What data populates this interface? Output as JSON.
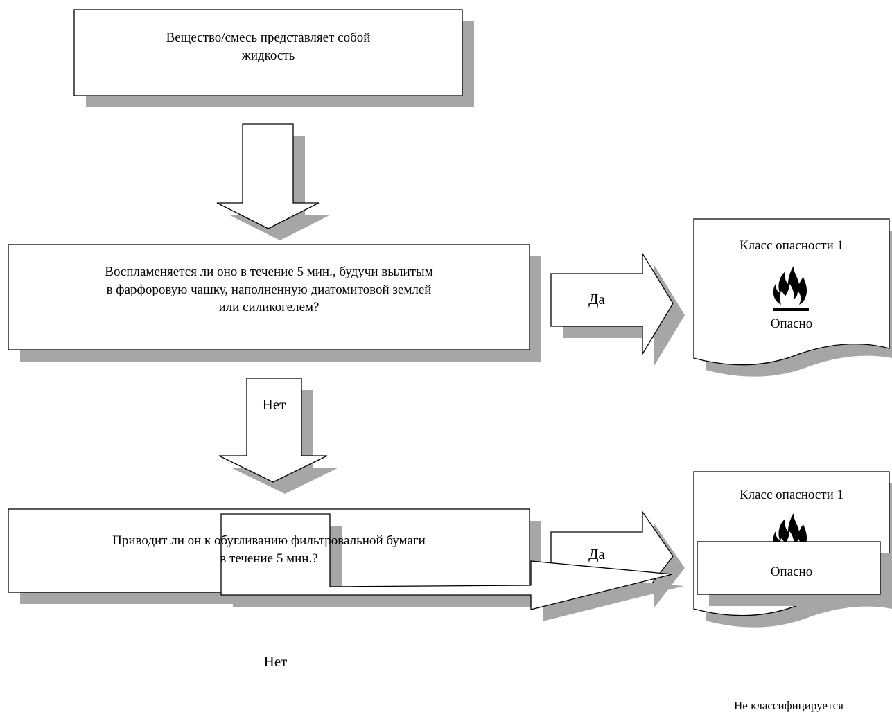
{
  "boxes": {
    "start": {
      "lines": [
        "Вещество/смесь представляет собой",
        "жидкость"
      ]
    },
    "q1": {
      "lines": [
        "Воспламеняется ли оно в течение 5 мин., будучи вылитым",
        "в фарфоровую чашку, наполненную диатомитовой землей",
        "или силикогелем?"
      ]
    },
    "q2": {
      "lines": [
        "Приводит ли он к обугливанию фильтровальной бумаги",
        "в течение 5 мин.?"
      ]
    },
    "not_classified": {
      "label": "Не классифицируется"
    }
  },
  "results": [
    {
      "title": "Класс опасности 1",
      "signal_word": "Опасно",
      "icon": "flame-pictogram"
    },
    {
      "title": "Класс опасности 1",
      "signal_word": "Опасно",
      "icon": "flame-pictogram"
    }
  ],
  "arrows": {
    "yes_1": "Да",
    "no_1": "Нет",
    "yes_2": "Да",
    "no_2": "Нет"
  },
  "colors": {
    "shadow": "#a6a6a6",
    "stroke": "#000000",
    "fill": "#ffffff"
  }
}
